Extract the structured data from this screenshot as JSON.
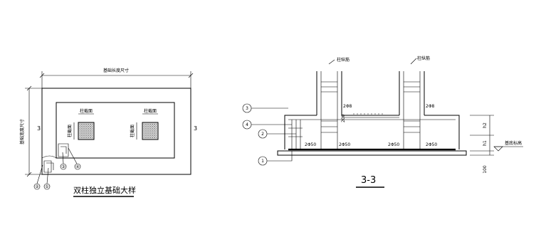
{
  "plan": {
    "caption": "双柱独立基础大样",
    "overall_dim_label": "基础长度尺寸",
    "vertical_dim_label": "基础宽度尺寸",
    "column_labels": [
      "柱截面",
      "柱截面"
    ],
    "column_side_labels": [
      "柱截面",
      "柱截面"
    ],
    "section_marks": [
      "3",
      "3"
    ],
    "callouts": [
      "②",
      "①",
      "③",
      "④"
    ]
  },
  "section": {
    "title": "3-3",
    "column_top_labels": [
      "柱纵筋",
      "柱纵筋"
    ],
    "callouts": [
      "3",
      "4",
      "2",
      "1"
    ],
    "beam_bar_labels": [
      "2Φ8",
      "2Φ8"
    ],
    "spacing_labels": [
      "200"
    ],
    "stirrup_labels": [
      "2Φ50",
      "2Φ50",
      "2Φ50",
      "2Φ50"
    ],
    "dims": [
      "h2",
      "h1",
      "100"
    ],
    "elevation_label": "基底标高"
  }
}
